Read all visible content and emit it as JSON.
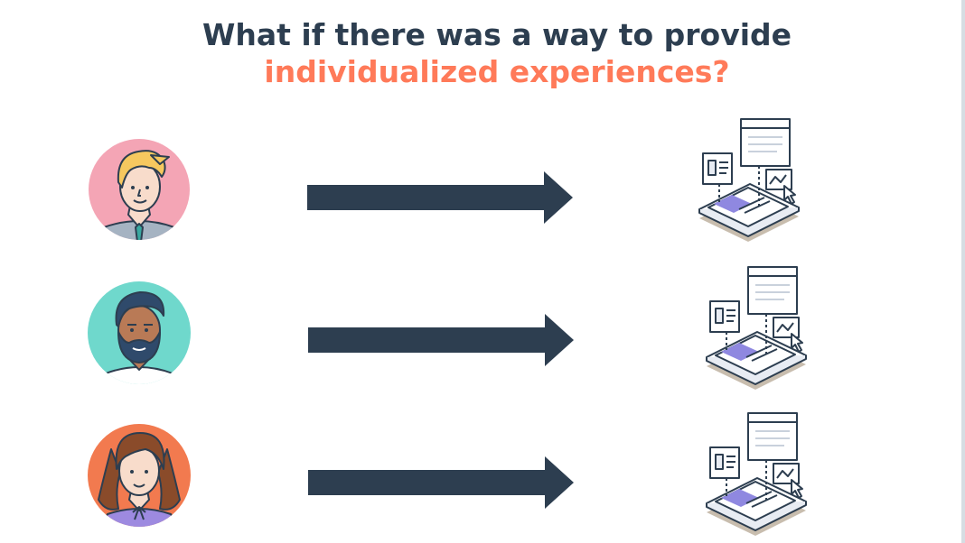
{
  "title": {
    "line1": "What if there was a way to provide",
    "line2": "individualized experiences?"
  },
  "colors": {
    "title_dark": "#2d3e50",
    "title_accent": "#ff7a59",
    "arrow": "#2d3e50",
    "avatar1_bg": "#f4a5b5",
    "avatar2_bg": "#6fd8cc",
    "avatar3_bg": "#f27a4f"
  },
  "rows": [
    {
      "avatar": "blond-man-avatar",
      "arrow": "right-arrow",
      "device": "personalized-webpage-illustration"
    },
    {
      "avatar": "bearded-man-avatar",
      "arrow": "right-arrow",
      "device": "personalized-webpage-illustration"
    },
    {
      "avatar": "curly-hair-woman-avatar",
      "arrow": "right-arrow",
      "device": "personalized-webpage-illustration"
    }
  ]
}
